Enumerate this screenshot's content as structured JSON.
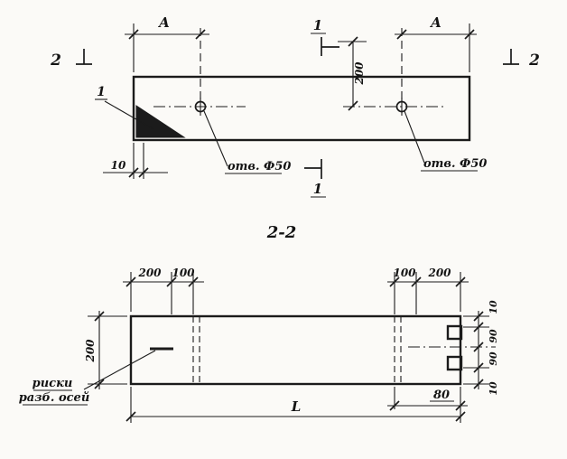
{
  "meta": {
    "paper_color": "#fbfaf7",
    "ink_color": "#1b1b1b",
    "drawing_type": "reinforced concrete beam working drawing"
  },
  "top_view": {
    "dim_a_left": "A",
    "dim_a_right": "A",
    "dim_200_vertical": "200",
    "dim_10": "10",
    "section_1_top": "1",
    "section_1_bottom": "1",
    "section_2_left": "2",
    "section_2_right": "2",
    "detail_callout": "1",
    "hole_left_label": "отв. Ф50",
    "hole_right_label": "отв. Ф50"
  },
  "section_view": {
    "title": "2-2",
    "dim_left_height": "200",
    "dim_top_left_outer": "200",
    "dim_top_left_inner": "100",
    "dim_top_right_inner": "100",
    "dim_top_right_outer": "200",
    "dim_right_top_edge": "10",
    "dim_right_upper": "90",
    "dim_right_lower": "90",
    "dim_right_bottom_edge": "10",
    "dim_80": "80",
    "dim_length": "L",
    "note_line1": "риски",
    "note_line2": "разб. осей"
  }
}
